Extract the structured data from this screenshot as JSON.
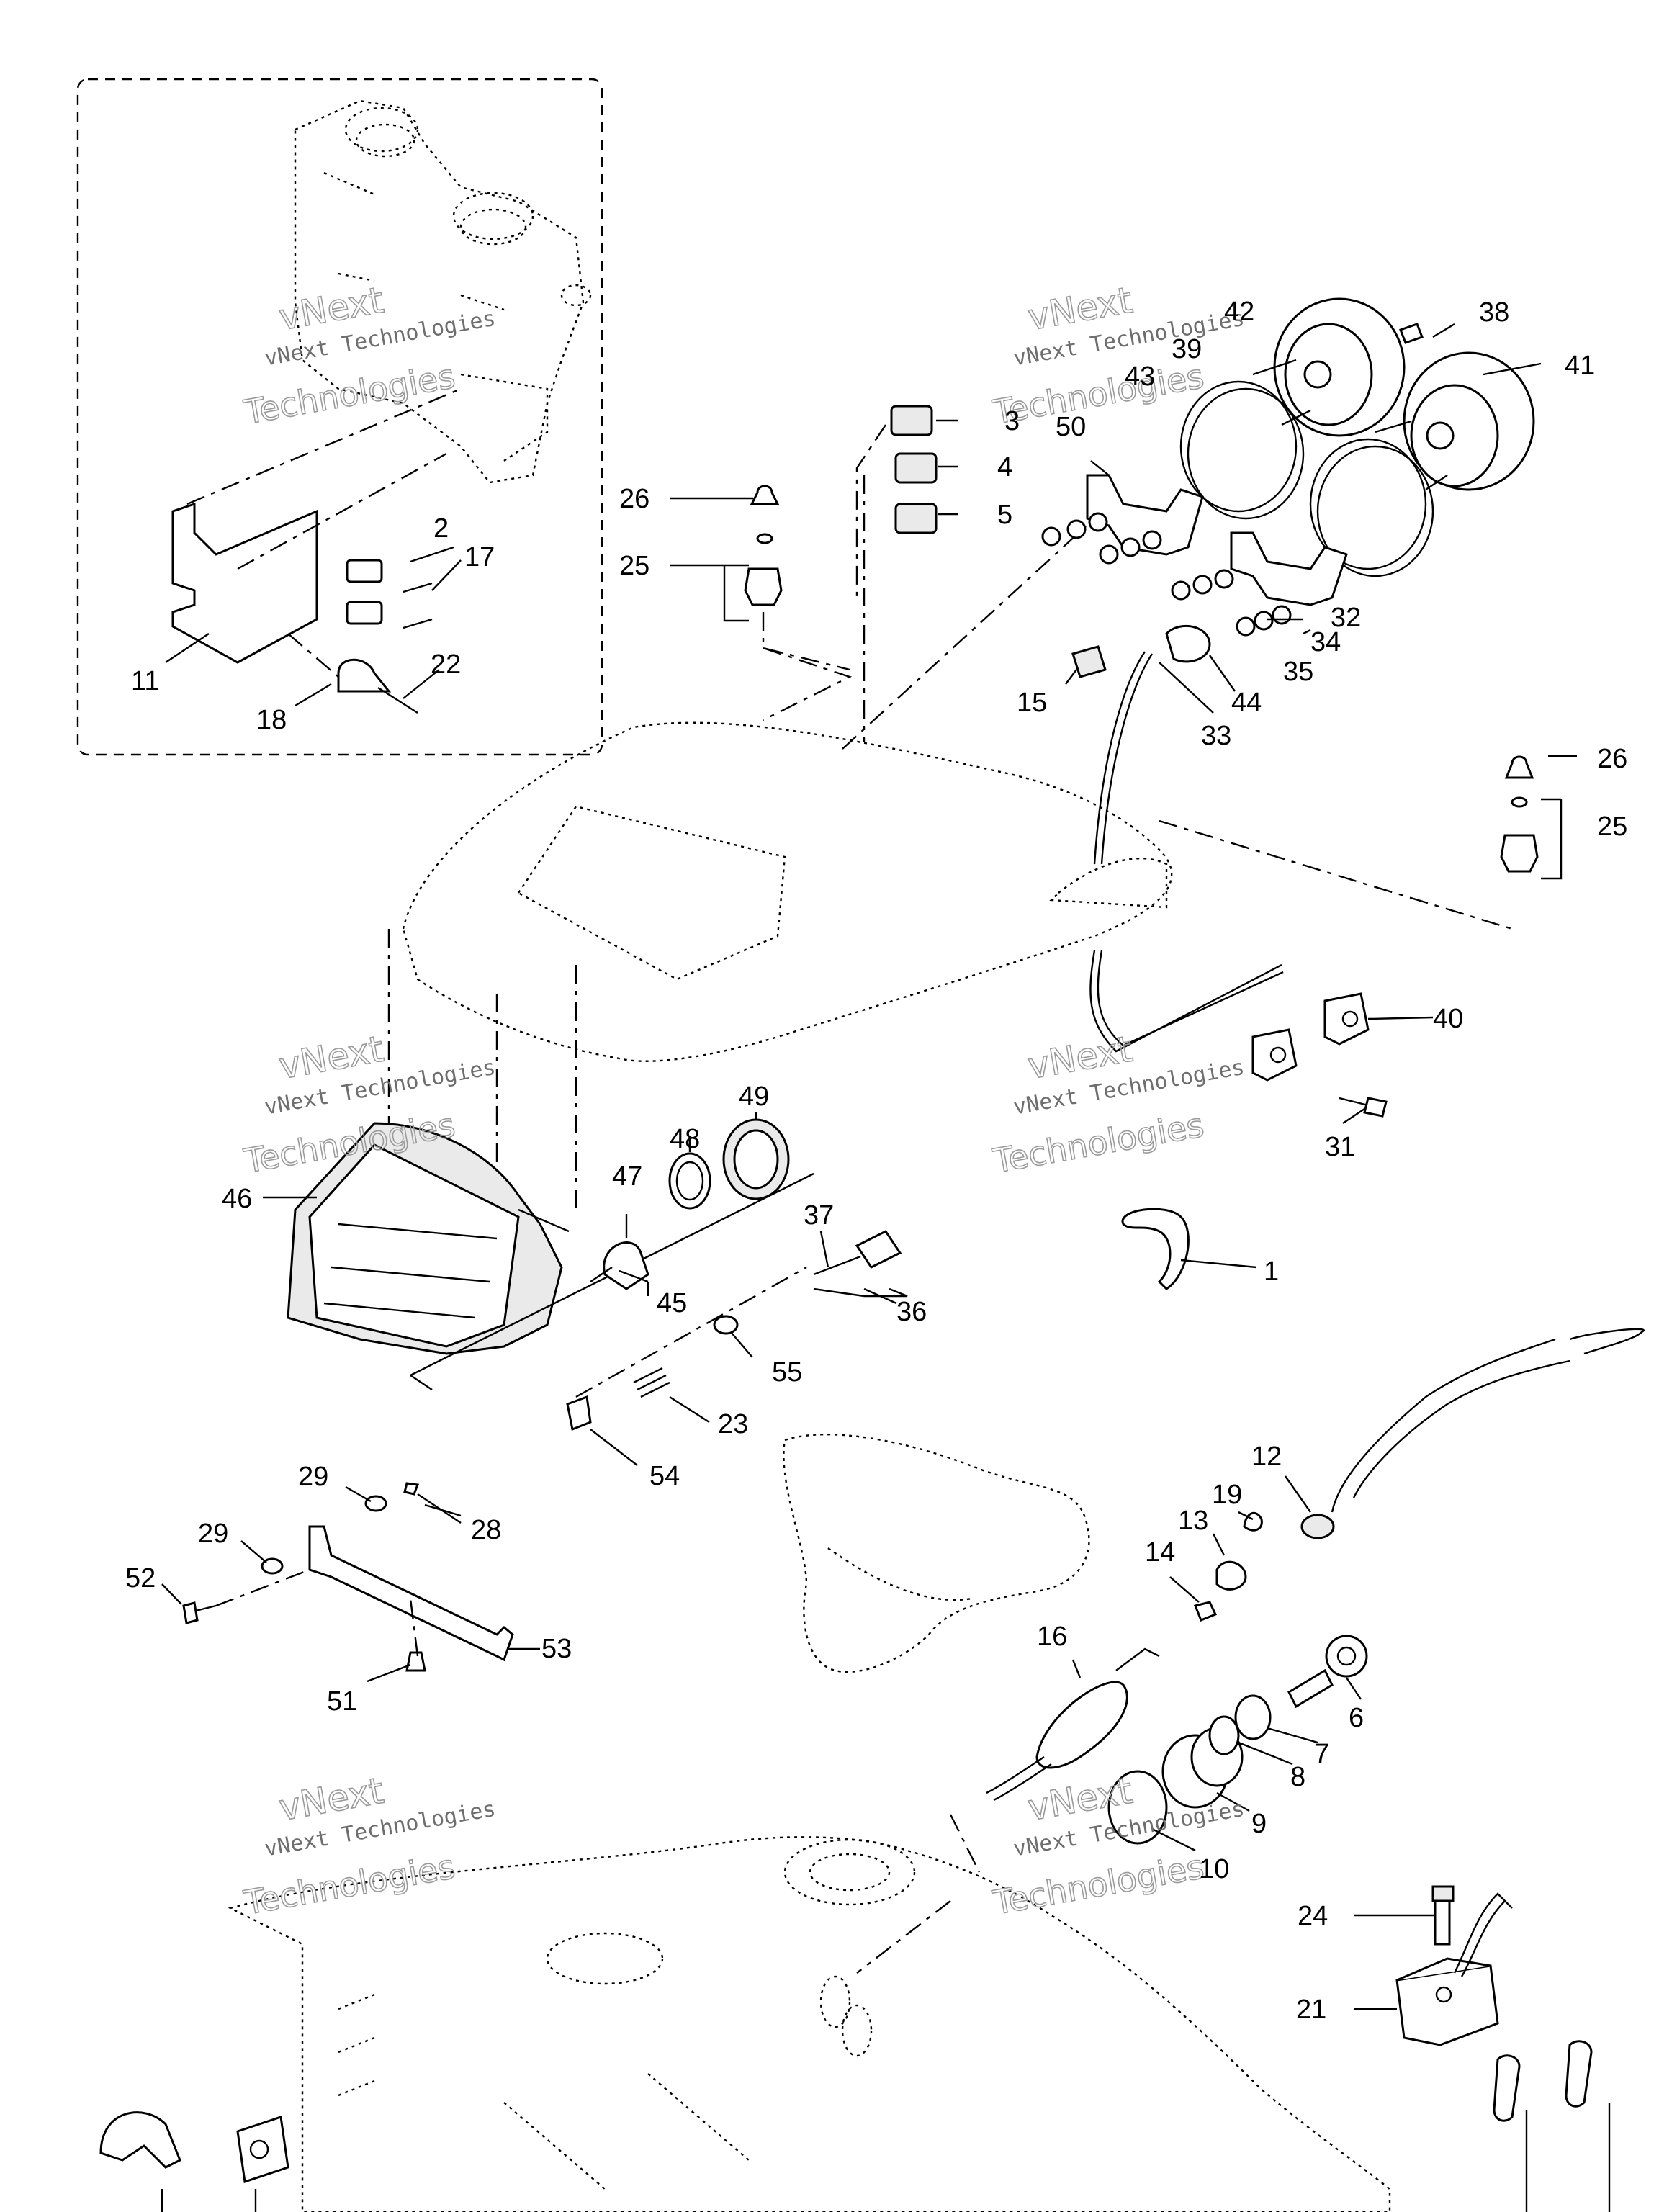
{
  "watermark": {
    "line1": "vNext Technologies",
    "line2": "vNext",
    "line3": "Technologies"
  },
  "callouts": [
    {
      "id": "c1",
      "label": "1"
    },
    {
      "id": "c2",
      "label": "2"
    },
    {
      "id": "c3",
      "label": "3"
    },
    {
      "id": "c4",
      "label": "4"
    },
    {
      "id": "c5",
      "label": "5"
    },
    {
      "id": "c6",
      "label": "6"
    },
    {
      "id": "c7",
      "label": "7"
    },
    {
      "id": "c8",
      "label": "8"
    },
    {
      "id": "c9",
      "label": "9"
    },
    {
      "id": "c10",
      "label": "10"
    },
    {
      "id": "c11",
      "label": "11"
    },
    {
      "id": "c12",
      "label": "12"
    },
    {
      "id": "c13",
      "label": "13"
    },
    {
      "id": "c14",
      "label": "14"
    },
    {
      "id": "c15",
      "label": "15"
    },
    {
      "id": "c16",
      "label": "16"
    },
    {
      "id": "c17",
      "label": "17"
    },
    {
      "id": "c18",
      "label": "18"
    },
    {
      "id": "c19",
      "label": "19"
    },
    {
      "id": "c21",
      "label": "21"
    },
    {
      "id": "c22",
      "label": "22"
    },
    {
      "id": "c23",
      "label": "23"
    },
    {
      "id": "c24",
      "label": "24"
    },
    {
      "id": "c25a",
      "label": "25"
    },
    {
      "id": "c25b",
      "label": "25"
    },
    {
      "id": "c26a",
      "label": "26"
    },
    {
      "id": "c26b",
      "label": "26"
    },
    {
      "id": "c28",
      "label": "28"
    },
    {
      "id": "c29a",
      "label": "29"
    },
    {
      "id": "c29b",
      "label": "29"
    },
    {
      "id": "c31",
      "label": "31"
    },
    {
      "id": "c32",
      "label": "32"
    },
    {
      "id": "c33",
      "label": "33"
    },
    {
      "id": "c34",
      "label": "34"
    },
    {
      "id": "c35",
      "label": "35"
    },
    {
      "id": "c36",
      "label": "36"
    },
    {
      "id": "c37",
      "label": "37"
    },
    {
      "id": "c38",
      "label": "38"
    },
    {
      "id": "c39",
      "label": "39"
    },
    {
      "id": "c40",
      "label": "40"
    },
    {
      "id": "c41",
      "label": "41"
    },
    {
      "id": "c42",
      "label": "42"
    },
    {
      "id": "c43",
      "label": "43"
    },
    {
      "id": "c44",
      "label": "44"
    },
    {
      "id": "c45",
      "label": "45"
    },
    {
      "id": "c46",
      "label": "46"
    },
    {
      "id": "c47",
      "label": "47"
    },
    {
      "id": "c48",
      "label": "48"
    },
    {
      "id": "c49",
      "label": "49"
    },
    {
      "id": "c50",
      "label": "50"
    },
    {
      "id": "c51",
      "label": "51"
    },
    {
      "id": "c52",
      "label": "52"
    },
    {
      "id": "c53",
      "label": "53"
    },
    {
      "id": "c54",
      "label": "54"
    },
    {
      "id": "c55",
      "label": "55"
    }
  ]
}
